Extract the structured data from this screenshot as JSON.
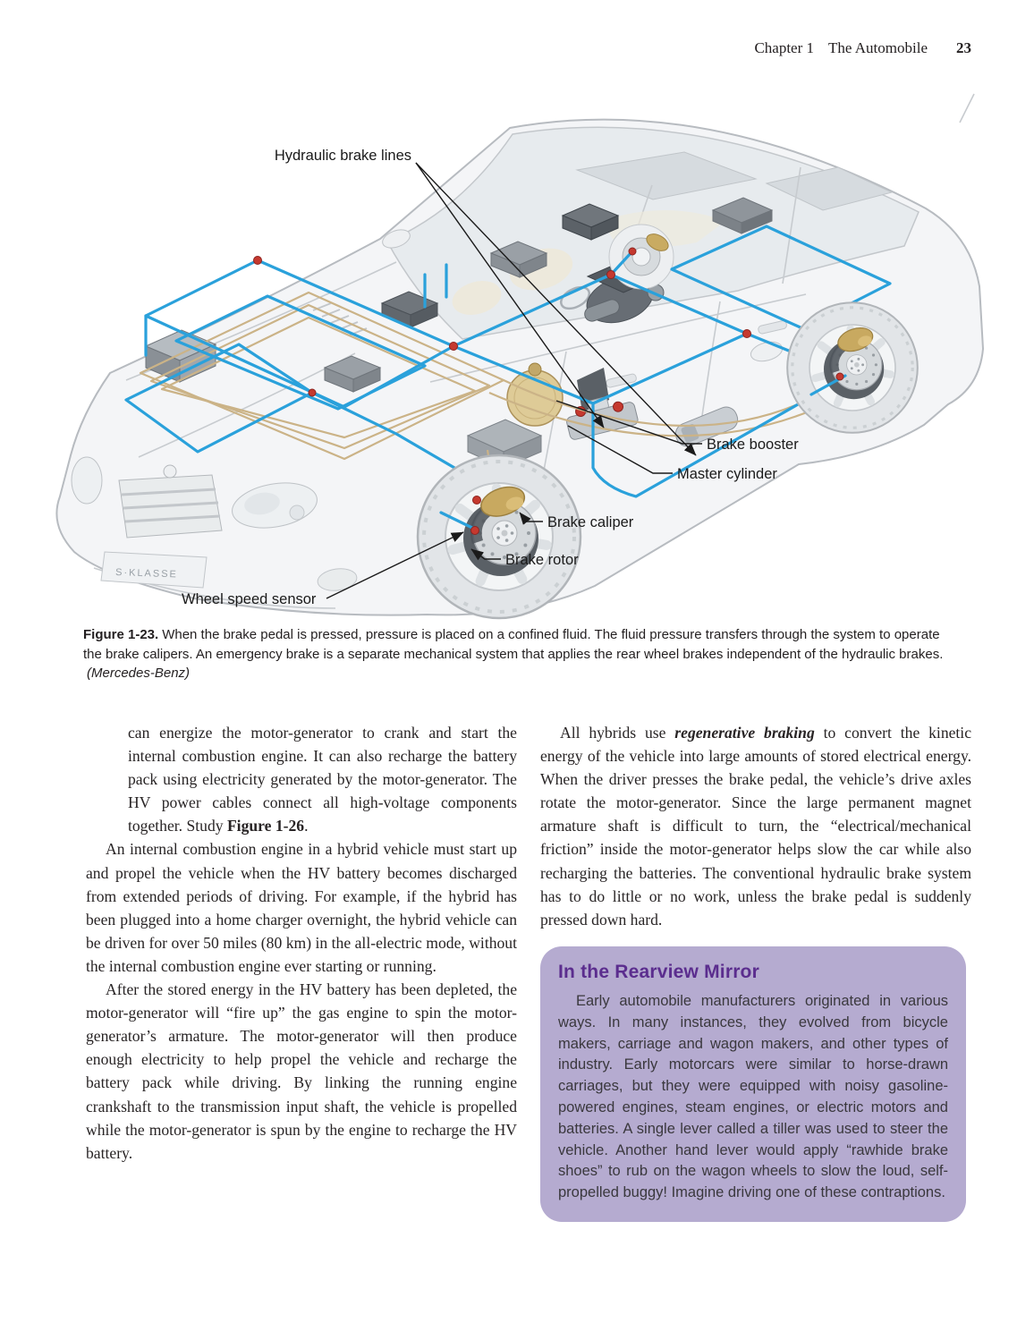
{
  "header": {
    "chapter": "Chapter 1",
    "book_title": "The Automobile",
    "page_number": "23"
  },
  "figure": {
    "labels": {
      "hydraulic_brake_lines": "Hydraulic brake lines",
      "brake_booster": "Brake booster",
      "master_cylinder": "Master cylinder",
      "brake_caliper": "Brake caliper",
      "brake_rotor": "Brake rotor",
      "wheel_speed_sensor": "Wheel speed sensor"
    },
    "license_plate": "S·KLASSE",
    "caption": {
      "figure_number": "Figure 1-23.",
      "text": "When the brake pedal is pressed, pressure is placed on a confined fluid. The fluid pressure transfers through the system to operate the brake calipers. An emergency brake is a separate mechanical system that applies the rear wheel brakes independent of the hydraulic brakes.",
      "credit": "(Mercedes-Benz)"
    },
    "colors": {
      "brake_line_blue": "#2aa1db",
      "cable_tan": "#cbb387",
      "caliper_gold": "#c8a960"
    }
  },
  "columns": {
    "left": {
      "para1_part1": "can energize the motor-generator to crank and start the internal combustion engine. It can also recharge the battery pack using electricity generated by the motor-generator. The HV power cables connect all high-voltage components together. Study ",
      "para1_bold": "Figure 1-26",
      "para1_end": ".",
      "para2": "An internal combustion engine in a hybrid vehicle must start up and propel the vehicle when the HV battery becomes discharged from extended periods of driving. For example, if the hybrid has been plugged into a home charger overnight, the hybrid vehicle can be driven for over 50 miles (80 km) in the all-electric mode, without the internal combustion engine ever starting or running.",
      "para3": "After the stored energy in the HV battery has been depleted, the motor-generator will “fire up” the gas engine to spin the motor-generator’s armature. The motor-generator will then produce enough electricity to help propel the vehicle and recharge the battery pack while driving. By linking the running engine crankshaft to the transmission input shaft, the vehicle is propelled while the motor-generator is spun by the engine to recharge the HV battery."
    },
    "right": {
      "para1_part1": "All hybrids use ",
      "para1_term": "regenerative braking",
      "para1_part2": " to convert the kinetic energy of the vehicle into large amounts of stored electrical energy. When the driver presses the brake pedal, the vehicle’s drive axles rotate the motor-generator. Since the large permanent magnet armature shaft is difficult to turn, the “electrical/mechanical friction” inside the motor-generator helps slow the car while also recharging the batteries. The conventional hydraulic brake system has to do little or no work, unless the brake pedal is suddenly pressed down hard."
    }
  },
  "sidebar_box": {
    "title": "In the Rearview Mirror",
    "body": "Early automobile manufacturers originated in various ways. In many instances, they evolved from bicycle makers, carriage and wagon makers, and other types of industry. Early motorcars were similar to horse-drawn carriages, but they were equipped with noisy gasoline-powered engines, steam engines, or electric motors and batteries. A single lever called a tiller was used to steer the vehicle. Another hand lever would apply “rawhide brake shoes” to rub on the wagon wheels to slow the loud, self-propelled buggy! Imagine driving one of these contraptions.",
    "bg_color": "#b5abd0",
    "title_color": "#5b2d8e"
  }
}
